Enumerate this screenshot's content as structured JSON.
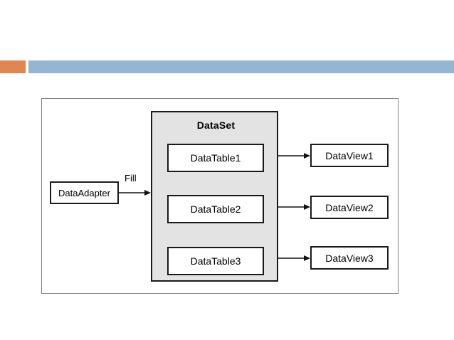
{
  "accent_band": {
    "orange_color": "#e08650",
    "blue_color": "#94b6d2"
  },
  "diagram": {
    "dataset": {
      "title": "DataSet",
      "fill_color": "#e3e3e3",
      "tables": [
        {
          "label": "DataTable1"
        },
        {
          "label": "DataTable2"
        },
        {
          "label": "DataTable3"
        }
      ]
    },
    "adapter": {
      "label": "DataAdapter"
    },
    "views": [
      {
        "label": "DataView1"
      },
      {
        "label": "DataView2"
      },
      {
        "label": "DataView3"
      }
    ],
    "connector_labels": {
      "fill": "Fill"
    }
  }
}
